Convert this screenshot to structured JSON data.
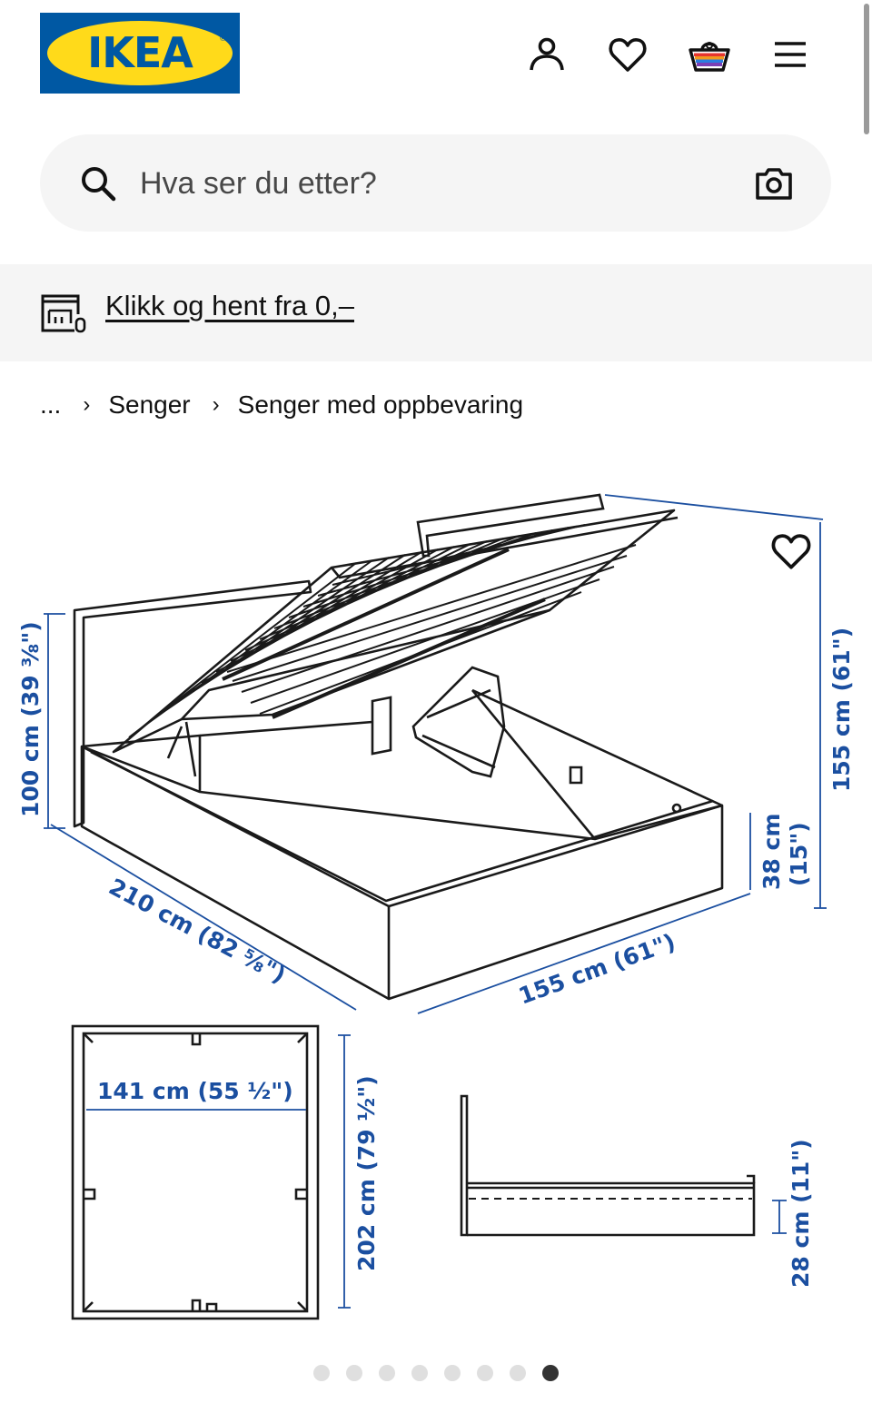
{
  "header": {
    "logo_text": "IKEA",
    "icons": [
      "profile-icon",
      "heart-icon",
      "basket-icon",
      "menu-icon"
    ]
  },
  "search": {
    "placeholder": "Hva ser du etter?",
    "icon": "search-icon",
    "camera_icon": "camera-icon"
  },
  "pickup": {
    "icon": "store-icon",
    "link_text": "Klikk og hent fra 0,–"
  },
  "breadcrumb": {
    "ellipsis": "...",
    "items": [
      "Senger",
      "Senger med oppbevaring"
    ]
  },
  "product_image": {
    "favorite_icon": "heart-icon",
    "dimensions": {
      "headboard_height": "100 cm (39 ⅜\")",
      "length": "210 cm (82 ⅝\")",
      "width": "155 cm (61\")",
      "total_width_right": "155 cm (61\")",
      "base_height_cm": "38 cm",
      "base_height_in": "(15\")",
      "inner_width": "141 cm (55 ½\")",
      "inner_length": "202 cm (79 ½\")",
      "under_clearance": "28 cm (11\")"
    }
  },
  "carousel": {
    "total": 8,
    "active_index": 7
  },
  "colors": {
    "brand_blue": "#0058a3",
    "brand_yellow": "#ffda1a",
    "dimension_blue": "#1b4fa0"
  }
}
